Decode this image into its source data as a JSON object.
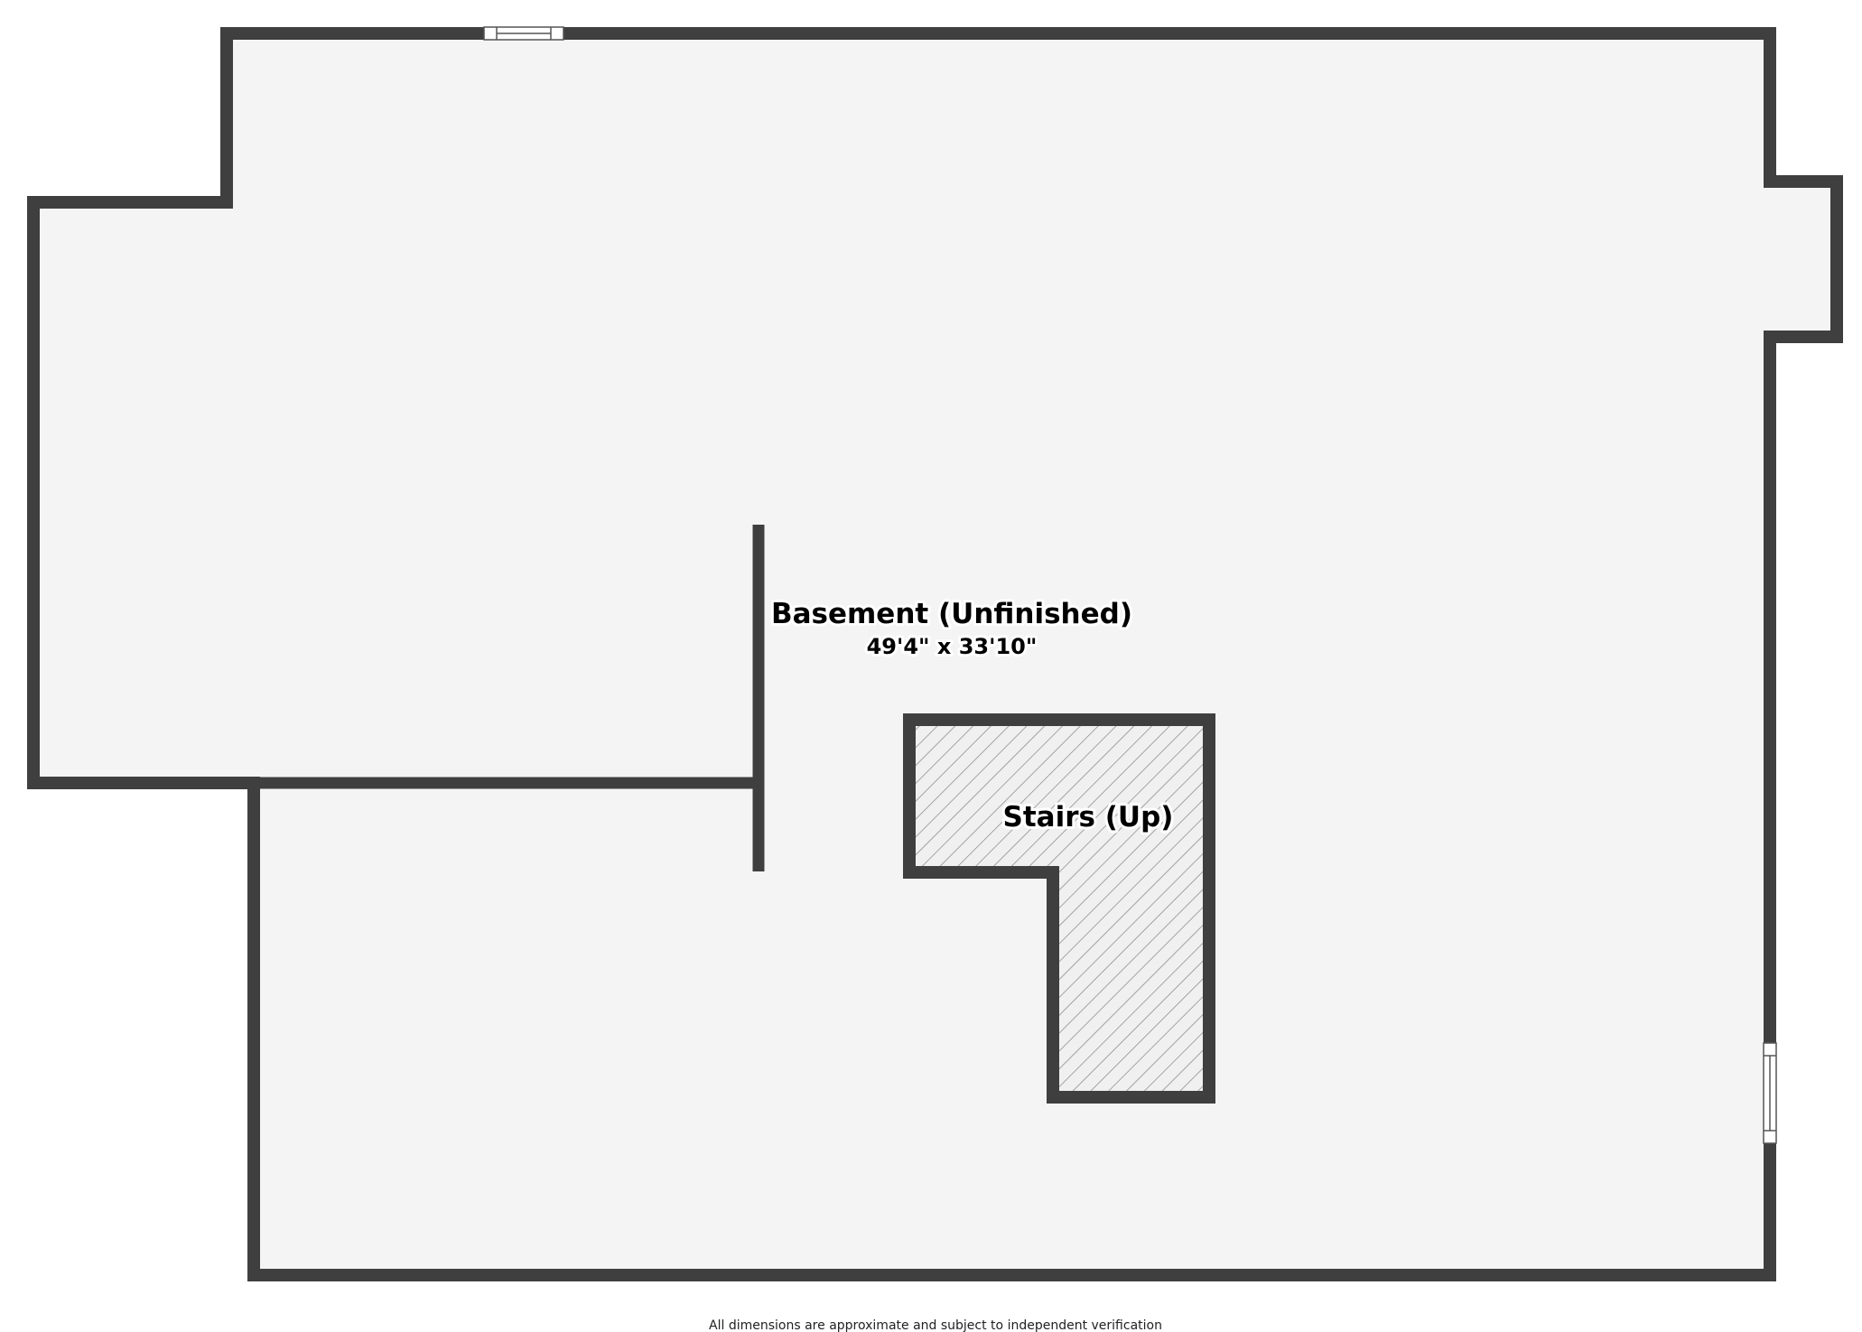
{
  "colors": {
    "floor": "#f4f4f4",
    "wall": "#3f3f3f",
    "stairs_fill": "#f0f0f0",
    "stairs_hatch": "#8a8a8a",
    "window": "#ffffff"
  },
  "rooms": [
    {
      "name": "Basement (Unfinished)",
      "dimensions": "49'4\" x 33'10\""
    },
    {
      "name": "Stairs (Up)"
    }
  ],
  "footer": {
    "note": "All dimensions are approximate and subject to independent verification"
  }
}
